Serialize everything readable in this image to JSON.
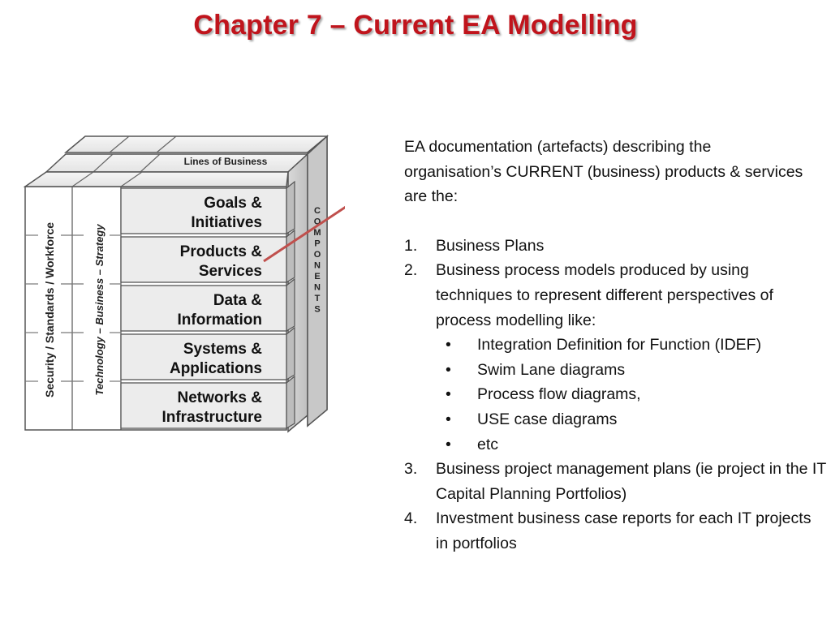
{
  "slide": {
    "title": "Chapter 7 – Current EA Modelling"
  },
  "diagram": {
    "top_label": "Lines of Business",
    "side_label": "COMPONENTS",
    "side_letters": [
      "C",
      "O",
      "M",
      "P",
      "O",
      "N",
      "E",
      "N",
      "T",
      "S"
    ],
    "left_col_1": "Security / Standards / Workforce",
    "left_col_2": "Technology – Business – Strategy",
    "layers": [
      {
        "line1": "Goals &",
        "line2": "Initiatives"
      },
      {
        "line1": "Products &",
        "line2": "Services"
      },
      {
        "line1": "Data &",
        "line2": "Information"
      },
      {
        "line1": "Systems &",
        "line2": "Applications"
      },
      {
        "line1": "Networks &",
        "line2": "Infrastructure"
      }
    ],
    "arrow_color": "#c0504d"
  },
  "content": {
    "intro": "EA documentation (artefacts) describing the organisation’s CURRENT (business) products & services are the:",
    "items": [
      {
        "num": "1.",
        "text": "Business Plans"
      },
      {
        "num": "2.",
        "text": "Business process models produced by using techniques to represent different perspectives of process modelling like:"
      },
      {
        "num": "3.",
        "text": "Business project management plans (ie project in the IT Capital Planning Portfolios)"
      },
      {
        "num": "4.",
        "text": "Investment business case reports for each IT projects in portfolios"
      }
    ],
    "bullet_glyph": "•",
    "sub_items": [
      "Integration Definition for Function (IDEF)",
      "Swim Lane diagrams",
      "Process flow diagrams,",
      "USE case diagrams",
      "etc"
    ]
  }
}
